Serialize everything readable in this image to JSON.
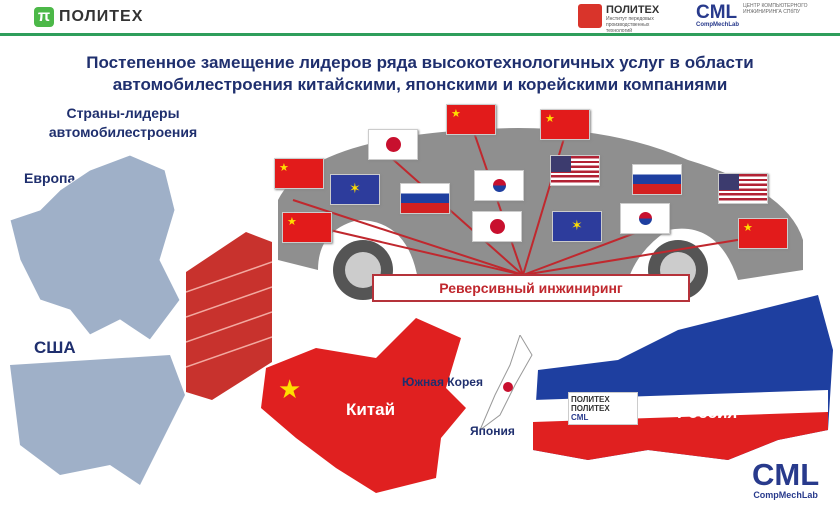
{
  "header": {
    "logo_left": "ПОЛИТЕХ",
    "logo_left_icon": "π",
    "logo_mid": "ПОЛИТЕХ",
    "logo_mid_sub": "Институт передовых производственных технологий",
    "logo_right": "CML",
    "logo_right_sub": "ЦЕНТР КОМПЬЮТЕРНОГО ИНЖИНИРИНГА СПбПУ",
    "logo_right_name": "CompMechLab",
    "accent": "#2e9e5b"
  },
  "title": "Постепенное замещение лидеров ряда высокотехнологичных услуг в области автомобилестроения китайскими, японскими и корейскими компаниями",
  "labels": {
    "leaders": "Страны-лидеры автомобилестроения",
    "europe": "Европа",
    "usa": "США",
    "china": "Китай",
    "south_korea": "Южная Корея",
    "japan": "Япония",
    "russia": "Россия"
  },
  "reverse_engineering": "Реверсивный инжиниринг",
  "flags": [
    "china",
    "japan",
    "china",
    "china",
    "eu",
    "russia",
    "korea",
    "usa",
    "russia",
    "usa",
    "china",
    "japan",
    "eu",
    "korea",
    "china"
  ],
  "footer": {
    "logo": "CML",
    "logo_sub": "CompMechLab"
  }
}
